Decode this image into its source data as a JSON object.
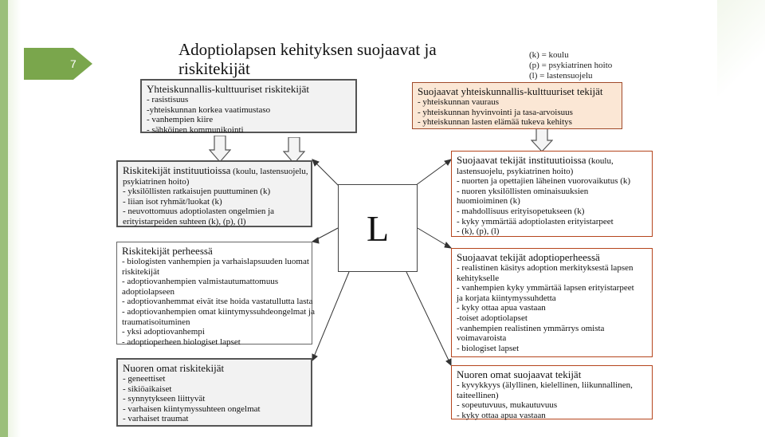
{
  "slide_number": "7",
  "title_lines": [
    "Adoptiolapsen kehityksen suojaavat  ja",
    "riskitekijät"
  ],
  "legend": [
    "(k) =  koulu",
    "(p) = psykiatrinen hoito",
    "(l) = lastensuojelu"
  ],
  "center_label": "L",
  "boxes": {
    "social_risk": {
      "heading": "Yhteiskunnallis-kulttuuriset riskitekijät",
      "lines": [
        "- rasistisuus",
        "-yhteiskunnan korkea vaatimustaso",
        "- vanhempien kiire",
        "- sähköinen kommunikointi"
      ]
    },
    "social_protect": {
      "heading": "Suojaavat yhteiskunnallis-kulttuuriset tekijät",
      "lines": [
        "- yhteiskunnan vauraus",
        "- yhteiskunnan hyvinvointi ja tasa-arvoisuus",
        " - yhteiskunnan lasten elämää tukeva kehitys"
      ]
    },
    "inst_risk": {
      "heading": "Riskitekijät  instituutioissa",
      "heading_suffix": " (koulu, lastensuojelu,",
      "lines": [
        "psykiatrinen hoito)",
        "- yksilöllisten ratkaisujen puuttuminen (k)",
        "- liian isot ryhmät/luokat (k)",
        "- neuvottomuus adoptiolasten ongelmien ja",
        "erityistarpeiden suhteen  (k), (p), (l)"
      ]
    },
    "inst_protect": {
      "heading": "Suojaavat tekijät  instituutioissa",
      "heading_suffix": " (koulu,",
      "lines": [
        "lastensuojelu, psykiatrinen hoito)",
        "-  nuorten ja opettajien läheinen vuorovaikutus (k)",
        "-  nuoren yksilöllisten ominaisuuksien",
        "huomioiminen (k)",
        "- mahdollisuus erityisopetukseen (k)",
        "- kyky ymmärtää adoptiolasten erityistarpeet",
        "-  (k), (p), (l)"
      ]
    },
    "family_risk": {
      "heading": "Riskitekijät perheessä",
      "lines": [
        "- biologisten vanhempien ja varhaislapsuuden  luomat",
        "riskitekijät",
        "- adoptiovanhempien valmistautumattomuus",
        "adoptiolapseen",
        "- adoptiovanhemmat eivät itse hoida vastatullutta lasta",
        "- adoptiovanhempien omat kiintymyssuhdeongelmat ja",
        "traumatisoituminen",
        "- yksi adoptiovanhempi",
        "- adoptioperheen biologiset lapset"
      ]
    },
    "family_protect": {
      "heading": "Suojaavat tekijät adoptioperheessä",
      "lines": [
        "-  realistinen käsitys adoption merkityksestä lapsen",
        "kehitykselle",
        "- vanhempien kyky ymmärtää lapsen erityistarpeet",
        "ja korjata kiintymyssuhdetta",
        "- kyky ottaa apua vastaan",
        "-toiset adoptiolapset",
        "-vanhempien realistinen ymmärrys omista",
        "voimavaroista",
        "- biologiset lapset"
      ]
    },
    "youth_risk": {
      "heading": "Nuoren omat riskitekijät",
      "lines": [
        "- geneettiset",
        "- sikiöaikaiset",
        "- synnytykseen liittyvät",
        "- varhaisen kiintymyssuhteen ongelmat",
        "- varhaiset traumat"
      ]
    },
    "youth_protect": {
      "heading": "Nuoren omat suojaavat tekijät",
      "lines": [
        "- kyvykkyys (älyllinen, kielellinen, liikunnallinen,",
        "taiteellinen)",
        "- sopeutuvuus, mukautuvuus",
        "- kyky ottaa apua vastaan"
      ]
    }
  },
  "colors": {
    "accent_green": "#7aa64c",
    "risk_box_fill": "#f2f2f2",
    "protect_box_fill": "#fbe7d5",
    "protect_border": "#b5451d"
  }
}
